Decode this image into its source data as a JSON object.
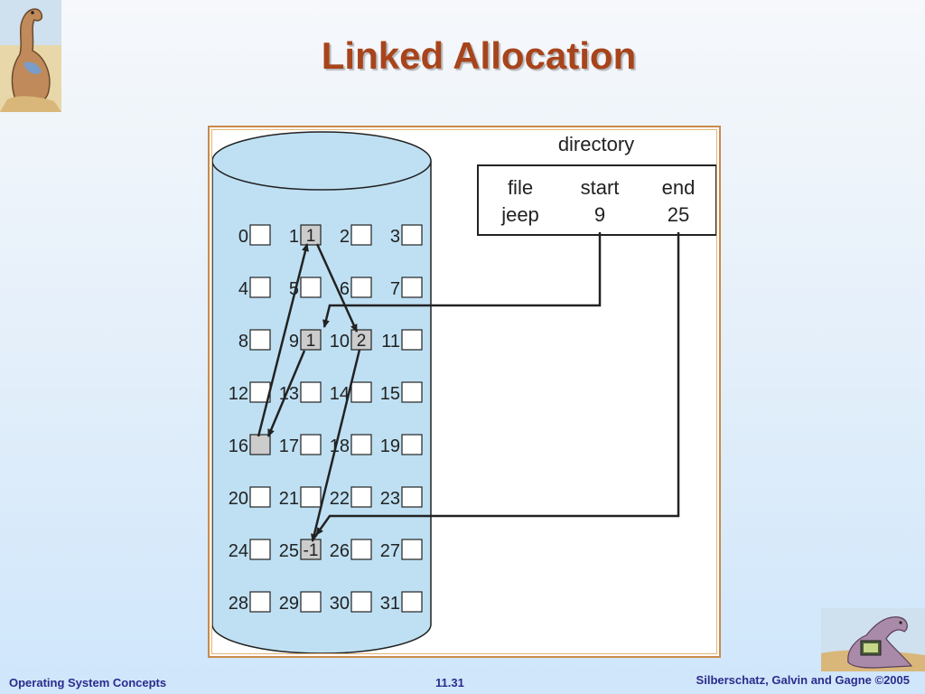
{
  "slide": {
    "title": "Linked Allocation"
  },
  "footer": {
    "left": "Operating System Concepts",
    "center": "11.31",
    "right": "Silberschatz, Galvin and Gagne ©2005"
  },
  "directory": {
    "label": "directory",
    "headers": [
      "file",
      "start",
      "end"
    ],
    "rows": [
      [
        "jeep",
        "9",
        "25"
      ]
    ]
  },
  "disk": {
    "block_numbers": [
      "0",
      "1",
      "2",
      "3",
      "4",
      "5",
      "6",
      "7",
      "8",
      "9",
      "10",
      "11",
      "12",
      "13",
      "14",
      "15",
      "16",
      "17",
      "18",
      "19",
      "20",
      "21",
      "22",
      "23",
      "24",
      "25",
      "26",
      "27",
      "28",
      "29",
      "30",
      "31"
    ],
    "allocated_blocks": [
      {
        "block": "9",
        "label": "1"
      },
      {
        "block": "16",
        "label": ""
      },
      {
        "block": "1",
        "label": "1"
      },
      {
        "block": "10",
        "label": "2"
      },
      {
        "block": "25",
        "label": "-1"
      }
    ],
    "chain": [
      "9",
      "16",
      "1",
      "10",
      "25"
    ]
  },
  "colors": {
    "title": "#a8441b",
    "footer": "#2b2b8c",
    "cylinder": "#bfe0f3",
    "allocated_fill": "#cccccc",
    "figure_border": "#c98a4a"
  }
}
